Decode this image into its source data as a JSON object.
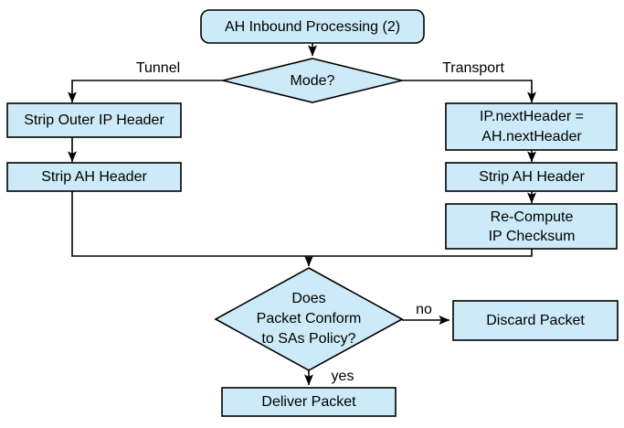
{
  "diagram": {
    "title": "AH Inbound Processing (2)",
    "type": "flowchart",
    "colors": {
      "node_fill": "#cceaf7",
      "node_stroke": "#000000",
      "text": "#000000",
      "background": "#ffffff"
    },
    "nodes": [
      {
        "id": "start",
        "shape": "rounded-rect",
        "lines": [
          "AH Inbound Processing (2)"
        ]
      },
      {
        "id": "mode",
        "shape": "diamond",
        "lines": [
          "Mode?"
        ]
      },
      {
        "id": "strip-outer-ip",
        "shape": "rect",
        "lines": [
          "Strip Outer IP Header"
        ]
      },
      {
        "id": "strip-ah-tunnel",
        "shape": "rect",
        "lines": [
          "Strip AH Header"
        ]
      },
      {
        "id": "next-header",
        "shape": "rect",
        "lines": [
          "IP.nextHeader =",
          "AH.nextHeader"
        ]
      },
      {
        "id": "strip-ah-transport",
        "shape": "rect",
        "lines": [
          "Strip AH Header"
        ]
      },
      {
        "id": "recompute",
        "shape": "rect",
        "lines": [
          "Re-Compute",
          "IP Checksum"
        ]
      },
      {
        "id": "conform",
        "shape": "diamond",
        "lines": [
          "Does",
          "Packet Conform",
          "to SAs Policy?"
        ]
      },
      {
        "id": "discard",
        "shape": "rect",
        "lines": [
          "Discard Packet"
        ]
      },
      {
        "id": "deliver",
        "shape": "rect",
        "lines": [
          "Deliver Packet"
        ]
      }
    ],
    "edge_labels": {
      "tunnel": "Tunnel",
      "transport": "Transport",
      "no": "no",
      "yes": "yes"
    },
    "edges": [
      {
        "from": "start",
        "to": "mode",
        "label": ""
      },
      {
        "from": "mode",
        "to": "strip-outer-ip",
        "label": "Tunnel"
      },
      {
        "from": "mode",
        "to": "next-header",
        "label": "Transport"
      },
      {
        "from": "strip-outer-ip",
        "to": "strip-ah-tunnel",
        "label": ""
      },
      {
        "from": "next-header",
        "to": "strip-ah-transport",
        "label": ""
      },
      {
        "from": "strip-ah-transport",
        "to": "recompute",
        "label": ""
      },
      {
        "from": "strip-ah-tunnel",
        "to": "conform",
        "label": ""
      },
      {
        "from": "recompute",
        "to": "conform",
        "label": ""
      },
      {
        "from": "conform",
        "to": "discard",
        "label": "no"
      },
      {
        "from": "conform",
        "to": "deliver",
        "label": "yes"
      }
    ]
  }
}
